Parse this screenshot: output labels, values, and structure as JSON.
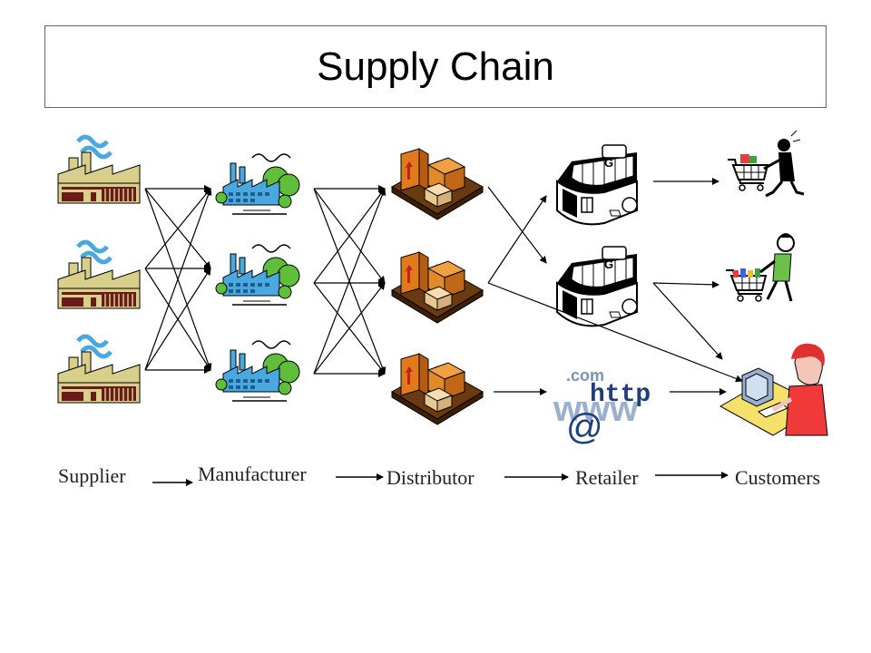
{
  "title": "Supply Chain",
  "stages": {
    "supplier": "Supplier",
    "manufacturer": "Manufacturer",
    "distributor": "Distributor",
    "retailer": "Retailer",
    "customers": "Customers"
  },
  "online": {
    "dotcom": ".com",
    "http": "http",
    "www": "www",
    "at": "@"
  },
  "store_sign": "G"
}
